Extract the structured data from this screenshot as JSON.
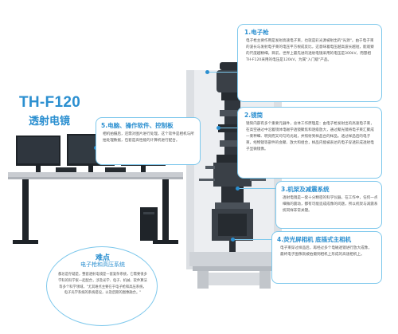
{
  "product": {
    "model": "TH-F120",
    "name": "透射电镜"
  },
  "callouts": [
    {
      "title": "1.电子枪",
      "body": "电子枪主要作用是发射高速电子束，也就是彩光源被射出的\"光源\"。由于电子束的波长与发射电子束的电压平方根成反比，这意味着电压越高波长越短，能观察的尺度越精细。目前，世界上最先进的透射电镜采用的电压是300kV，而慧相TH-F120采用的电压是120kV，为属\"入门级\"产品。"
    },
    {
      "title": "2.镜筒",
      "body": "镜筒内部有多个重要元器件，总体工作原理是：由电子枪发射出的高速电子束，在高空通过中沿着镜体电磁学透镜聚焦和逐级放大，通过聚光镜将电子束汇聚成一束秤细、明亮而又均匀的光斑，并照射到样品台的样品。透过样品后的电子束，经物镜等部件的会聚、放大和组合，样品内能被表达的电子穿透形成透射电子显微镜像。"
    },
    {
      "title": "3.机架及减震系统",
      "body": "透射电镜是一套十分精密的科学仪器，在工作中，任何一点细微的震动，都有可能造成成像的问题，所以机架与减震系统同样非常关键。"
    },
    {
      "title": "4.荧光屏相机 底插式主相机",
      "body": "电子束穿过样品后，再经过多个电磁透镜进行放大成像，最终电子图像就被拍摄到相机上形成的高速相机上。"
    },
    {
      "title": "5.电脑、操作软件、控制板",
      "body": "相机拍摄后，还需对图片进行处理，这个软件是相机与所拍处理数据，包套是高性能的计算机进行配合。"
    }
  ],
  "difficulty": {
    "title": "难点",
    "subtitle": "电子枪和高压系统",
    "body": "都总是存疑是，整套透射电镜是一套复杂系统，它需要很多学科的科学家一起配合，涉及光学、电子、机械、软件算法等多个科学领域，\"尤其难点主要在于电子枪和高压系统，电子光学系统的系统搭设，以及后期的图像融合。\""
  },
  "colors": {
    "accent": "#2b8fd0",
    "line": "#7ec8ec",
    "cabinet": "#e6e8eb",
    "column": "#2f353c"
  }
}
